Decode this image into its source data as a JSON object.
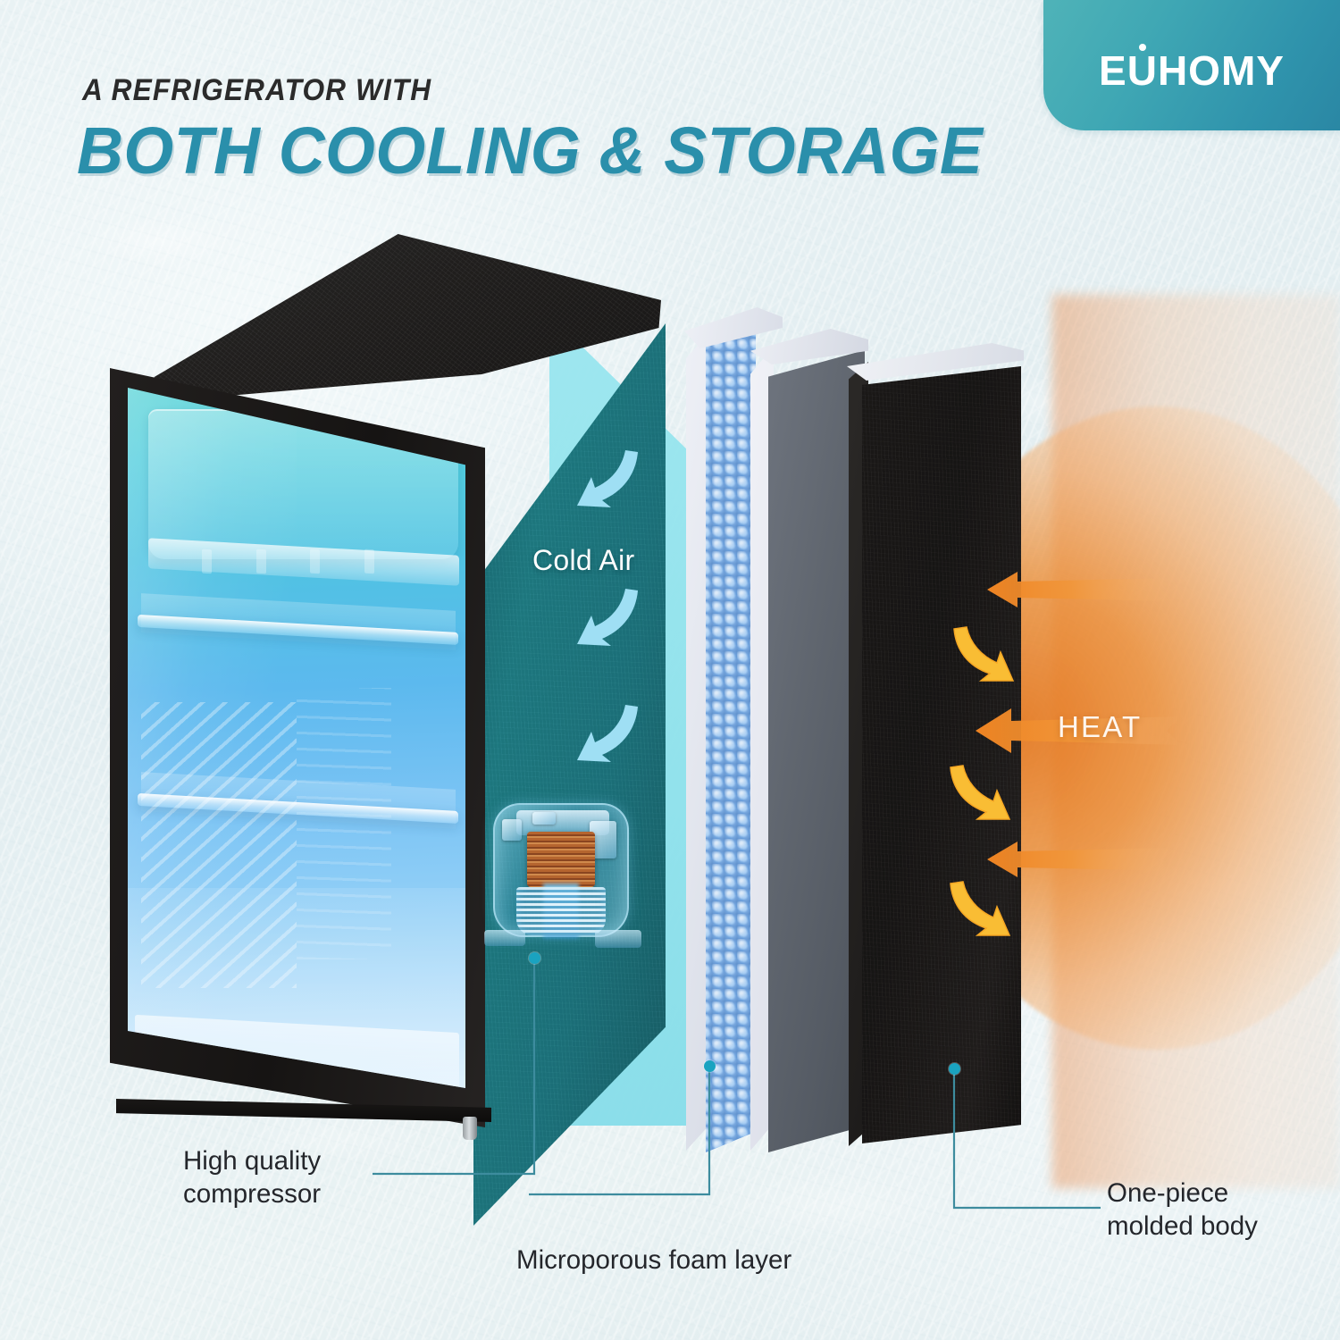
{
  "header": {
    "kicker": "A REFRIGERATOR WITH",
    "headline": "BOTH COOLING & STORAGE",
    "kicker_color": "#2b2b2b",
    "headline_color": "#2a8fab"
  },
  "brand": {
    "name": "EUHOMY",
    "part_1": "E",
    "part_2": "U",
    "part_3": "HOMY",
    "badge_gradient_from": "#4fb3b8",
    "badge_gradient_to": "#2a87a4"
  },
  "diagram": {
    "cold_air_label": "Cold Air",
    "heat_label": "HEAT",
    "cold_arrow_color": "#9fdff4",
    "heat_arrow_color": "#f08a29",
    "heat_curve_color": "#fbc02d",
    "cabinet_color": "#1f7d85",
    "interior_color": "#5cb9ee",
    "foam_bead_color": "#7fb3ea",
    "gray_panel_color": "#60666f",
    "black_panel_color": "#191716"
  },
  "callouts": [
    {
      "id": "compressor",
      "label": "High quality\ncompressor"
    },
    {
      "id": "foam",
      "label": "Microporous foam layer"
    },
    {
      "id": "body",
      "label": "One-piece\nmolded body"
    }
  ],
  "icons": {
    "cold_arrow": "curved-arrow-down-left-icon",
    "heat_arrow_straight": "arrow-left-icon",
    "heat_arrow_curved": "curved-arrow-down-right-icon",
    "callout_dot": "callout-dot-icon"
  }
}
